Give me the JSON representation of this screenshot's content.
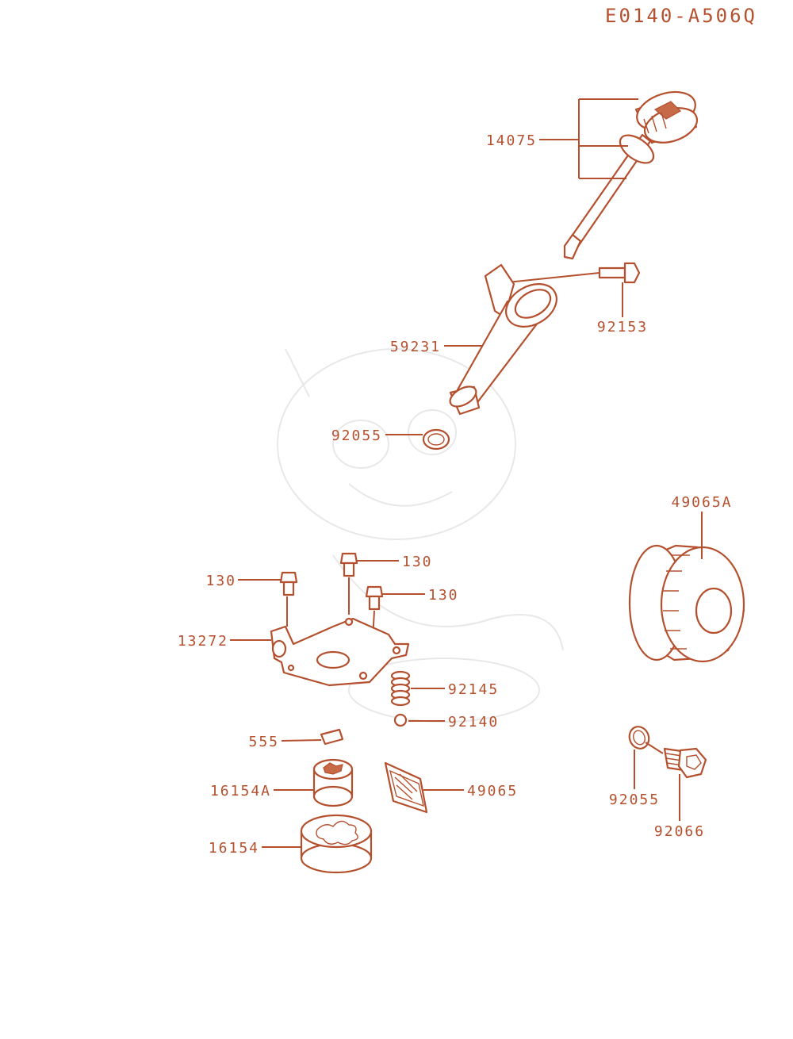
{
  "diagram": {
    "code": "E0140-A506Q",
    "colors": {
      "ink": "#b5502e",
      "background": "#ffffff",
      "watermark": "#e8e8e8"
    },
    "parts": {
      "oil_cap_dipstick": "14075",
      "bolt_top": "92153",
      "oil_filler_tube": "59231",
      "o_ring_tube": "92055",
      "oil_filter": "49065A",
      "bolt_left": "130",
      "bolt_center": "130",
      "bolt_right": "130",
      "pump_cover": "13272",
      "spring": "92145",
      "ball": "92140",
      "pin": "555",
      "inner_rotor": "16154A",
      "screen": "49065",
      "outer_rotor": "16154",
      "o_ring_plug": "92055",
      "drain_plug": "92066"
    }
  }
}
